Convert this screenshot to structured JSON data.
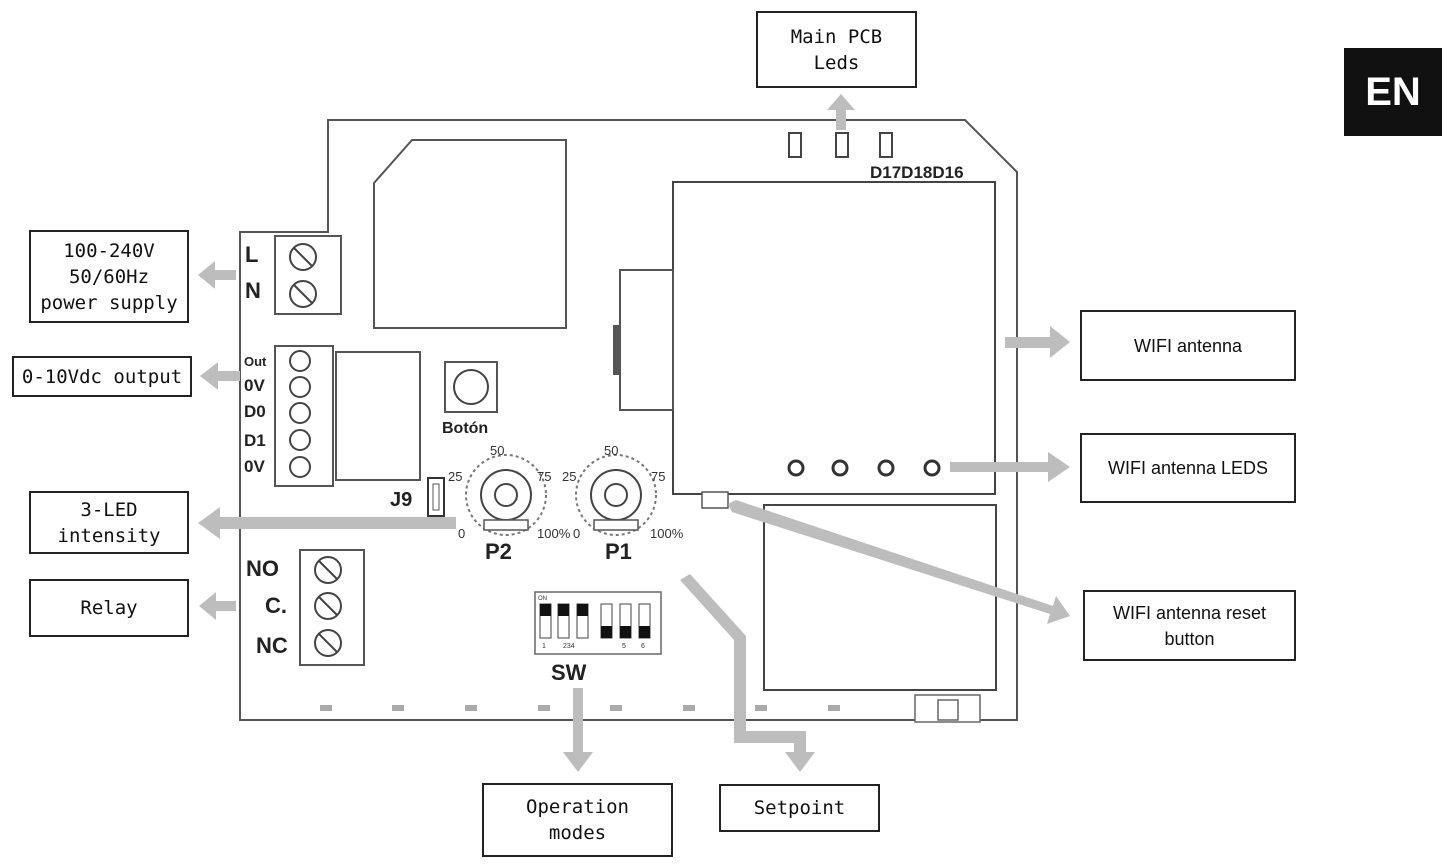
{
  "language_tab": "EN",
  "callouts": {
    "main_pcb_leds": "Main PCB\nLeds",
    "power_supply": "100-240V\n50/60Hz\npower supply",
    "output_0_10": "0-10Vdc output",
    "led_intensity": "3-LED\nintensity",
    "relay": "Relay",
    "wifi_antenna": "WIFI antenna",
    "wifi_antenna_leds": "WIFI antenna LEDS",
    "wifi_reset": "WIFI antenna reset\nbutton",
    "operation_modes": "Operation\nmodes",
    "setpoint": "Setpoint"
  },
  "board": {
    "leds_label": "D17D18D16",
    "power_terminals": [
      "L",
      "N"
    ],
    "output_terminals": [
      "Out",
      "0V",
      "D0",
      "D1",
      "0V"
    ],
    "relay_terminals": [
      "NO",
      "C.",
      "NC"
    ],
    "button_label": "Botón",
    "jumper_label": "J9",
    "pot_p2": {
      "name": "P2",
      "s0": "0",
      "s25": "25",
      "s50": "50",
      "s75": "75",
      "s100": "100%"
    },
    "pot_p1": {
      "name": "P1",
      "s0": "0",
      "s25": "25",
      "s50": "50",
      "s75": "75",
      "s100": "100%"
    },
    "dip": {
      "name": "SW",
      "on": "ON",
      "n1": "1",
      "n234": "234",
      "n5": "5",
      "n6": "6"
    }
  },
  "colors": {
    "arrow": "#bdbdbd",
    "outline": "#333333"
  }
}
